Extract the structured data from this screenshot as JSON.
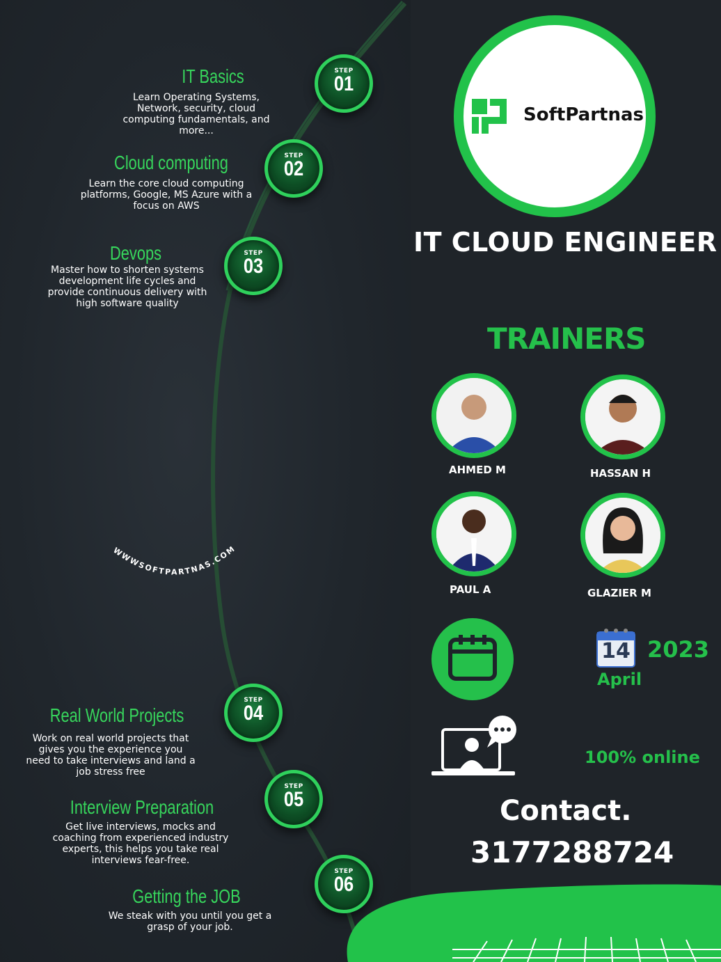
{
  "brand": {
    "name": "SoftPartnas"
  },
  "headline": "IT CLOUD ENGINEER",
  "website": "WWWSOFTPARTNAS.COM",
  "steps": [
    {
      "label": "STEP",
      "num": "01",
      "title": "IT Basics",
      "desc": "Learn Operating Systems, Network, security, cloud computing fundamentals, and more..."
    },
    {
      "label": "STEP",
      "num": "02",
      "title": "Cloud computing",
      "desc": "Learn the core cloud computing platforms, Google, MS Azure with a focus on AWS"
    },
    {
      "label": "STEP",
      "num": "03",
      "title": "Devops",
      "desc": "Master how to shorten systems development life cycles and provide continuous delivery with high software quality"
    },
    {
      "label": "STEP",
      "num": "04",
      "title": "Real World Projects",
      "desc": "Work on real world projects that gives you the experience you need to take interviews and land a job stress free"
    },
    {
      "label": "STEP",
      "num": "05",
      "title": "Interview Preparation",
      "desc": "Get live interviews, mocks and coaching from experienced industry experts, this helps you take real interviews fear-free."
    },
    {
      "label": "STEP",
      "num": "06",
      "title": "Getting the JOB",
      "desc": "We steak with you until you get a grasp of your job."
    }
  ],
  "trainers_heading": "TRAINERS",
  "trainers": [
    {
      "name": "AHMED M"
    },
    {
      "name": "HASSAN H"
    },
    {
      "name": "PAUL A"
    },
    {
      "name": "GLAZIER M"
    }
  ],
  "date": {
    "day": "14",
    "month": "April",
    "year": "2023"
  },
  "mode": "100% online",
  "contact": {
    "label": "Contact.",
    "phone": "3177288724"
  },
  "colors": {
    "accent": "#25c04b",
    "background": "#1e242a"
  }
}
